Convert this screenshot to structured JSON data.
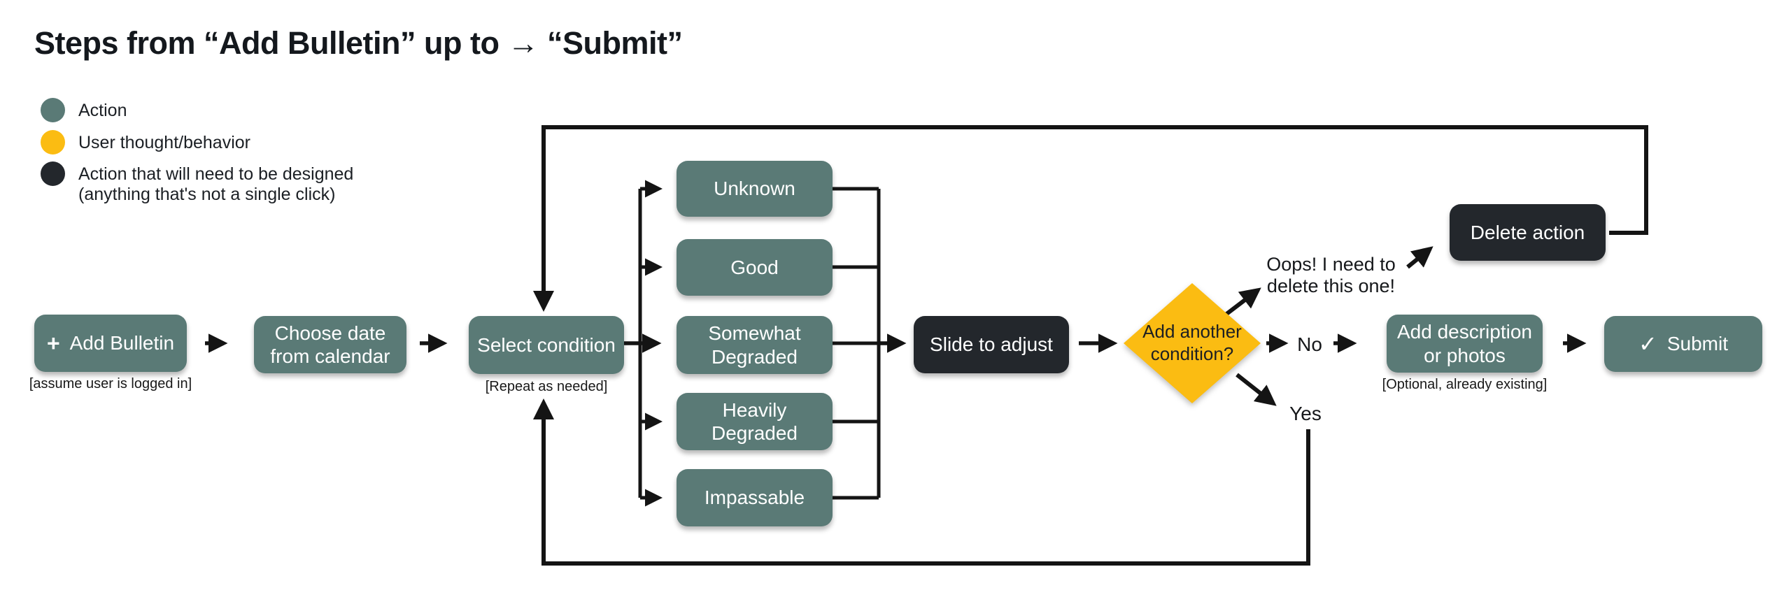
{
  "title": "Steps from “Add Bulletin” up to → “Submit”",
  "colors": {
    "action_teal": "#5a7a76",
    "thought_yellow": "#fbbc12",
    "designed_dark": "#23272c",
    "connector_black": "#141414",
    "background": "#ffffff"
  },
  "legend": {
    "action_label": "Action",
    "thought_label": "User thought/behavior",
    "designed_label_line1": "Action that will need to be designed",
    "designed_label_line2": "(anything that's not a single click)"
  },
  "flow": {
    "add_bulletin": {
      "plus_icon": "+",
      "label": "Add Bulletin",
      "caption": "[assume user is logged in]"
    },
    "choose_date": {
      "label": "Choose date from calendar"
    },
    "select_condition": {
      "label": "Select condition",
      "caption": "[Repeat as needed]"
    },
    "condition_options": [
      {
        "label": "Unknown"
      },
      {
        "label": "Good"
      },
      {
        "label": "Somewhat Degraded"
      },
      {
        "label": "Heavily Degraded"
      },
      {
        "label": "Impassable"
      }
    ],
    "slide_to_adjust": {
      "label": "Slide to adjust"
    },
    "decision": {
      "label": "Add another condition?"
    },
    "no_label": "No",
    "yes_label": "Yes",
    "oops_note_line1": "Oops! I need to",
    "oops_note_line2": "delete this one!",
    "delete_action": {
      "label": "Delete action"
    },
    "add_description": {
      "label": "Add description or photos",
      "caption": "[Optional, already existing]"
    },
    "submit": {
      "check_icon": "✓",
      "label": "Submit"
    }
  }
}
